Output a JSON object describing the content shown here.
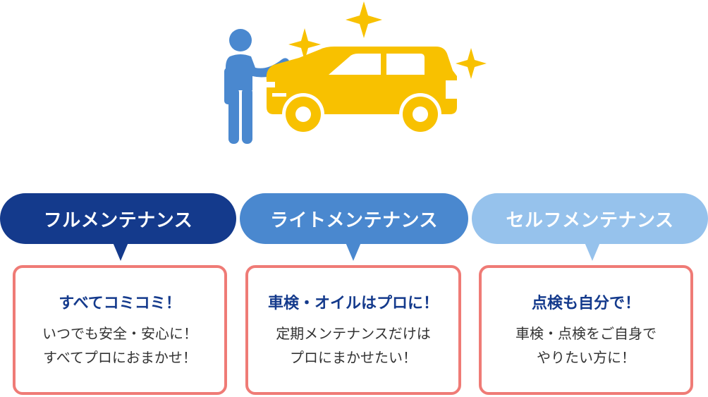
{
  "illustration": {
    "icons": [
      "person-icon",
      "car-icon",
      "sparkle-icon"
    ],
    "colors": {
      "person": "#4a88cf",
      "car": "#f8c100",
      "sparkle": "#f8c100"
    }
  },
  "plans": [
    {
      "label": "フルメンテナンス",
      "color": "#143a8c",
      "title": "すべてコミコミ！",
      "lines": [
        "いつでも安全・安心に！",
        "すべてプロにおまかせ！"
      ]
    },
    {
      "label": "ライトメンテナンス",
      "color": "#4a88cf",
      "title": "車検・オイルはプロに！",
      "lines": [
        "定期メンテナンスだけは",
        "プロにまかせたい！"
      ]
    },
    {
      "label": "セルフメンテナンス",
      "color": "#96c2ec",
      "title": "点検も自分で！",
      "lines": [
        "車検・点検をご自身で",
        "やりたい方に！"
      ]
    }
  ],
  "card_border_color": "#ef7b76"
}
